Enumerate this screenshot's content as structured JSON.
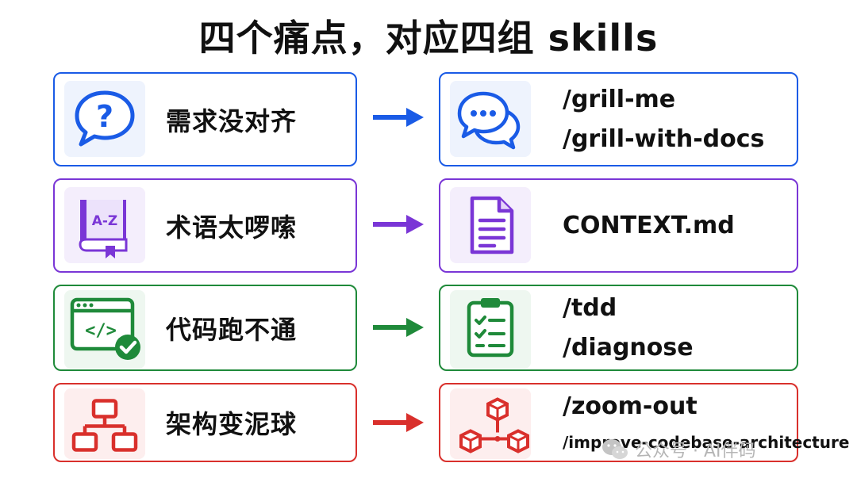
{
  "title": "四个痛点，对应四组 skills",
  "rows": [
    {
      "pain": "需求没对齐",
      "skills": [
        "/grill-me",
        "/grill-with-docs"
      ],
      "color": "#1a5be6",
      "tile": "#eef3fd"
    },
    {
      "pain": "术语太啰嗦",
      "skills": [
        "CONTEXT.md"
      ],
      "color": "#7a36d6",
      "tile": "#f4eefc"
    },
    {
      "pain": "代码跑不通",
      "skills": [
        "/tdd",
        "/diagnose"
      ],
      "color": "#1f8a3a",
      "tile": "#eef7f0"
    },
    {
      "pain": "架构变泥球",
      "skills": [
        "/zoom-out",
        "/improve-codebase-architecture"
      ],
      "color": "#d9302c",
      "tile": "#fdeeee"
    }
  ],
  "icons": {
    "r0_left": "question-bubble-icon",
    "r0_right": "chat-bubbles-icon",
    "r1_left": "glossary-book-icon",
    "r1_right": "document-icon",
    "r2_left": "code-window-check-icon",
    "r2_right": "checklist-clipboard-icon",
    "r3_left": "hierarchy-icon",
    "r3_right": "module-cubes-icon"
  },
  "book_label": "A-Z",
  "watermark": "公众号 · AI伴码"
}
